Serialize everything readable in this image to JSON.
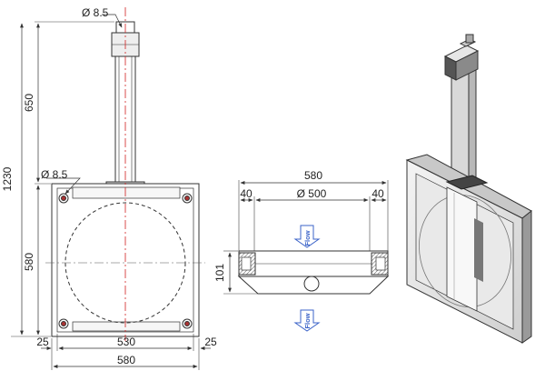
{
  "front_view": {
    "dims": {
      "total_height": "1230",
      "stem_height": "650",
      "frame_height": "580",
      "hole_top": "Ø 8.5",
      "hole_frame": "Ø 8.5",
      "margin_left": "25",
      "inner_width": "530",
      "margin_right": "25",
      "overall_width": "580"
    }
  },
  "section_view": {
    "dims": {
      "overall_width": "580",
      "left_offset": "40",
      "bore": "Ø 500",
      "right_offset": "40",
      "height": "101"
    },
    "flow_labels": [
      "Flow",
      "Flow"
    ]
  },
  "iso_view": {},
  "colors": {
    "line": "#333333",
    "centerline": "#d02020",
    "flow_arrow": "#3b63c8",
    "hatch": "#555555"
  }
}
